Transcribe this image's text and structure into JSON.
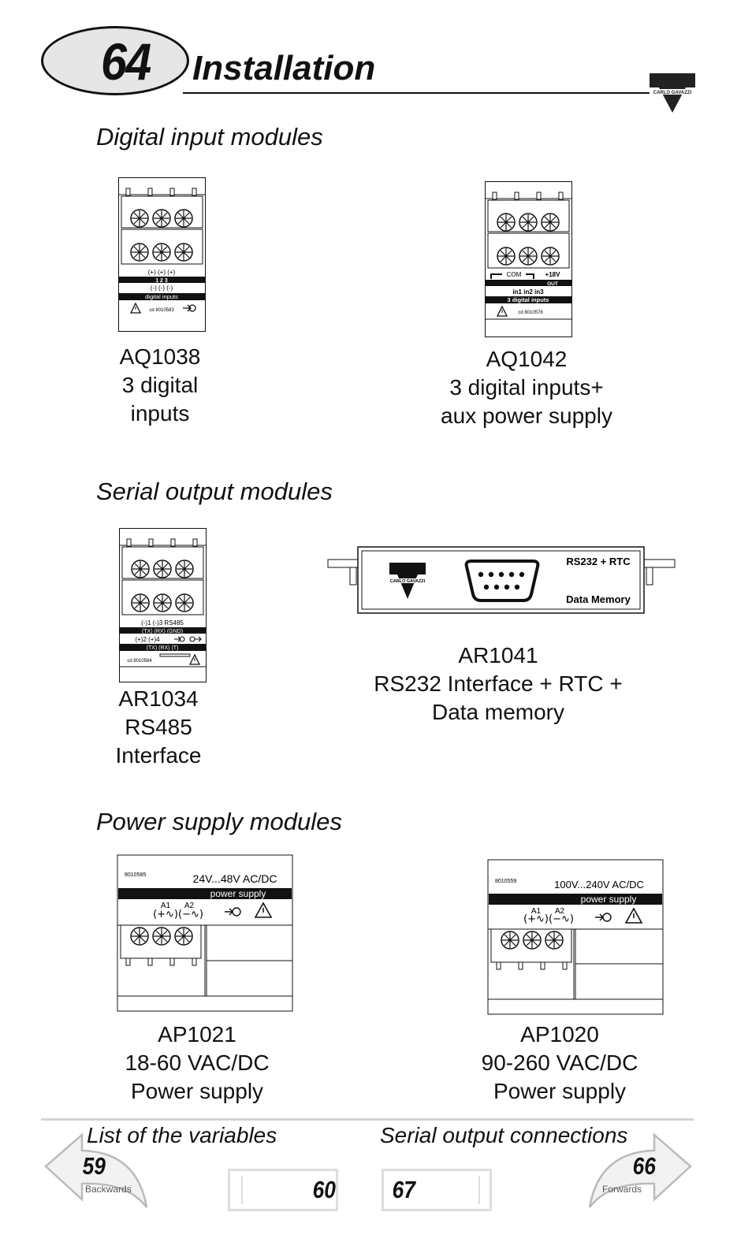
{
  "header": {
    "page_number": "64",
    "title": "Installation",
    "brand": "CARLO GAVAZZI"
  },
  "sections": [
    {
      "heading": "Digital input modules",
      "modules": [
        {
          "code": "AQ1038",
          "desc1": "3 digital",
          "desc2": "inputs",
          "panel": {
            "r1": "(+)  (+)  (+)",
            "nums": "1     2     3",
            "r2": "(-)   (-)   (-)",
            "band": "digital inputs",
            "cd": "cd 8010583"
          }
        },
        {
          "code": "AQ1042",
          "desc1": "3 digital inputs+",
          "desc2": "aux power supply",
          "panel": {
            "com": "COM",
            "v": "+18V",
            "out": "OUT",
            "ins": "in1    in2    in3",
            "band": "3 digital inputs",
            "cd": "cd 8010578"
          }
        }
      ]
    },
    {
      "heading": "Serial output modules",
      "modules": [
        {
          "code": "AR1034",
          "desc1": "RS485",
          "desc2": "Interface",
          "panel": {
            "r1": "(-)1   (-)3  RS485",
            "r2": "(TX)  (RX)  (GND)",
            "r3": "(+)2   (+)4",
            "r4": "(TX)  (RX)    (T)",
            "cd": "cd 8010584"
          }
        },
        {
          "code": "AR1041",
          "desc1": "RS232 Interface + RTC +",
          "desc2": "Data memory",
          "panel": {
            "top": "RS232 + RTC",
            "bottom": "Data Memory",
            "logo": "CARLO GAVAZZI"
          }
        }
      ]
    },
    {
      "heading": "Power supply modules",
      "modules": [
        {
          "code": "AP1021",
          "desc1": "18-60 VAC/DC",
          "desc2": "Power supply",
          "panel": {
            "cd": "8010585",
            "voltage": "24V...48V AC/DC",
            "band": "power supply",
            "a1": "A1",
            "a2": "A2",
            "terms": "(+∿)(−∿)"
          }
        },
        {
          "code": "AP1020",
          "desc1": "90-260 VAC/DC",
          "desc2": "Power supply",
          "panel": {
            "cd": "8010559",
            "voltage": "100V...240V AC/DC",
            "band": "power supply",
            "a1": "A1",
            "a2": "A2",
            "terms": "(+∿)(−∿)"
          }
        }
      ]
    }
  ],
  "footer": {
    "prev_link": "List of the variables",
    "next_link": "Serial output connections",
    "back_num": "59",
    "back_label": "Backwards",
    "fwd_num": "66",
    "fwd_label": "Forwards",
    "box_left": "60",
    "box_right": "67"
  }
}
